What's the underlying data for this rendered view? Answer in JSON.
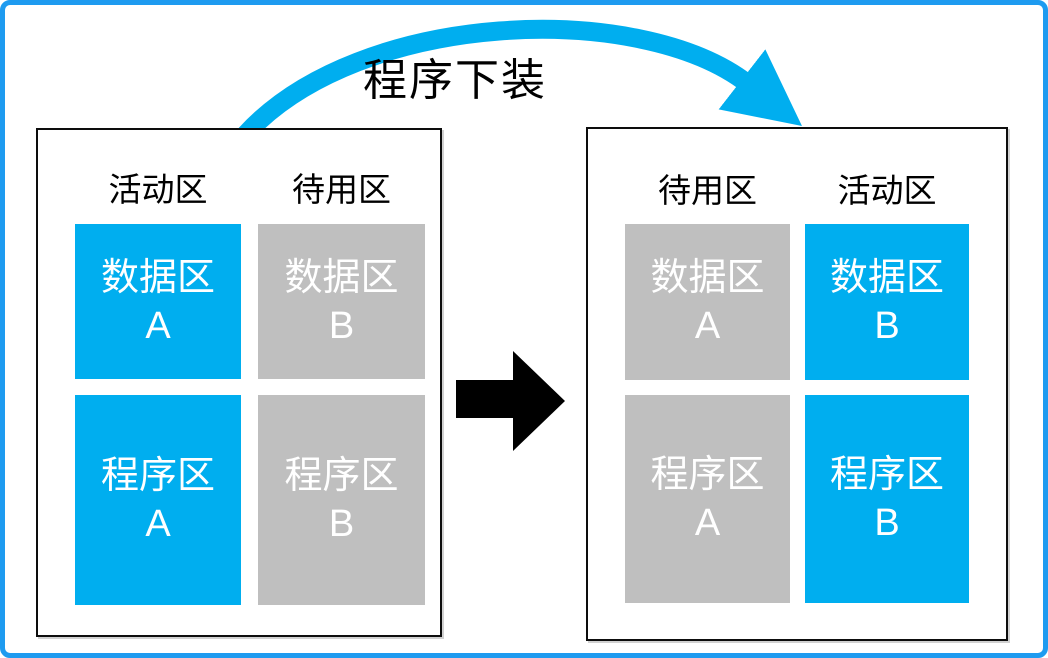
{
  "diagram": {
    "download_arrow_label": "程序下装"
  },
  "colors": {
    "cyan": "#00AEEF",
    "gray": "#BFBFBF",
    "border_blue": "#1E9BF0",
    "ink": "#000000",
    "block_text": "#FFFFFF"
  },
  "panels": {
    "before": {
      "columns": [
        {
          "header": "活动区",
          "state": "active",
          "blocks": [
            {
              "line1": "数据区",
              "line2": "A"
            },
            {
              "line1": "程序区",
              "line2": "A"
            }
          ]
        },
        {
          "header": "待用区",
          "state": "standby",
          "blocks": [
            {
              "line1": "数据区",
              "line2": "B"
            },
            {
              "line1": "程序区",
              "line2": "B"
            }
          ]
        }
      ]
    },
    "after": {
      "columns": [
        {
          "header": "待用区",
          "state": "standby",
          "blocks": [
            {
              "line1": "数据区",
              "line2": "A"
            },
            {
              "line1": "程序区",
              "line2": "A"
            }
          ]
        },
        {
          "header": "活动区",
          "state": "active",
          "blocks": [
            {
              "line1": "数据区",
              "line2": "B"
            },
            {
              "line1": "程序区",
              "line2": "B"
            }
          ]
        }
      ]
    }
  }
}
